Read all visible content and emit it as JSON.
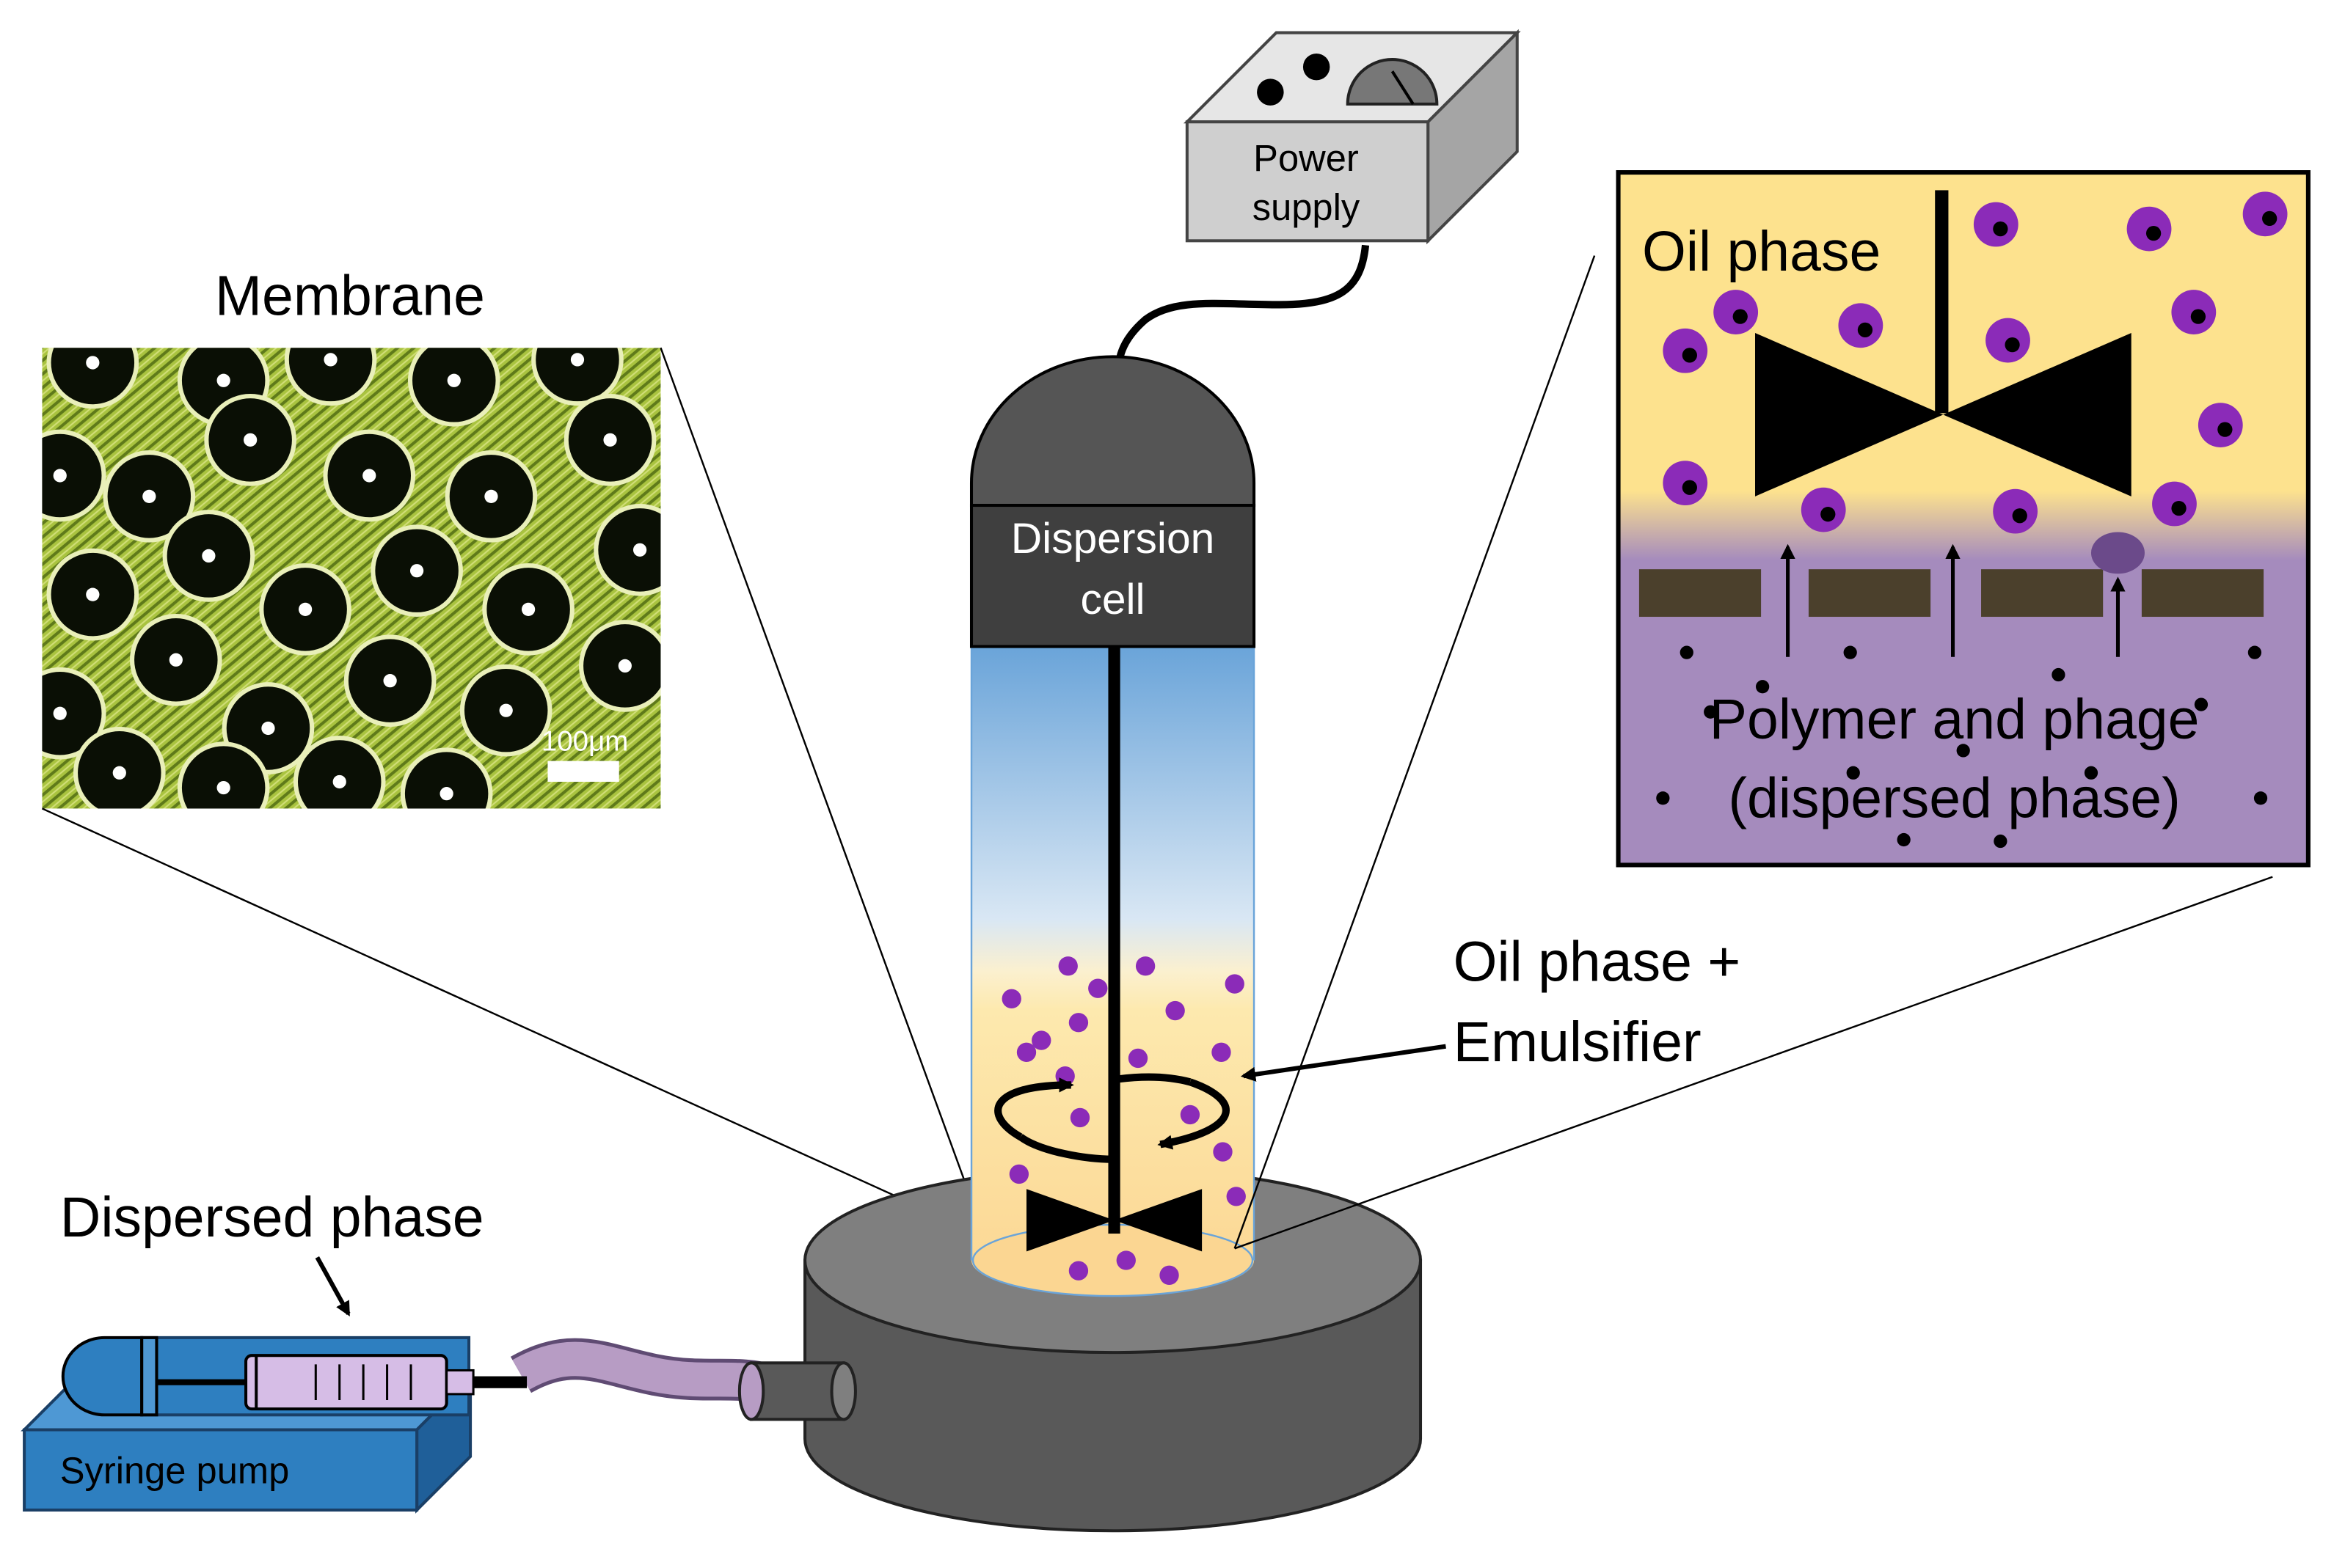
{
  "labels": {
    "power_supply_line1": "Power",
    "power_supply_line2": "supply",
    "membrane_title": "Membrane",
    "scale_bar": "100μm",
    "dispersion_cell_line1": "Dispersion",
    "dispersion_cell_line2": "cell",
    "oil_phase_emulsifier_line1": "Oil phase +",
    "oil_phase_emulsifier_line2": "Emulsifier",
    "dispersed_phase": "Dispersed phase",
    "syringe_pump": "Syringe pump",
    "inset_oil_phase": "Oil phase",
    "inset_polymer_line1": "Polymer and phage",
    "inset_polymer_line2": "(dispersed phase)"
  },
  "colors": {
    "oil": "#fde28e",
    "dispersed": "#a58bbd",
    "droplet": "#8b2bb8",
    "membrane_green": "#a7be3c",
    "cell_body": "#555555",
    "pump_blue": "#2e7fc0",
    "tube_purple": "#b79cc4"
  }
}
